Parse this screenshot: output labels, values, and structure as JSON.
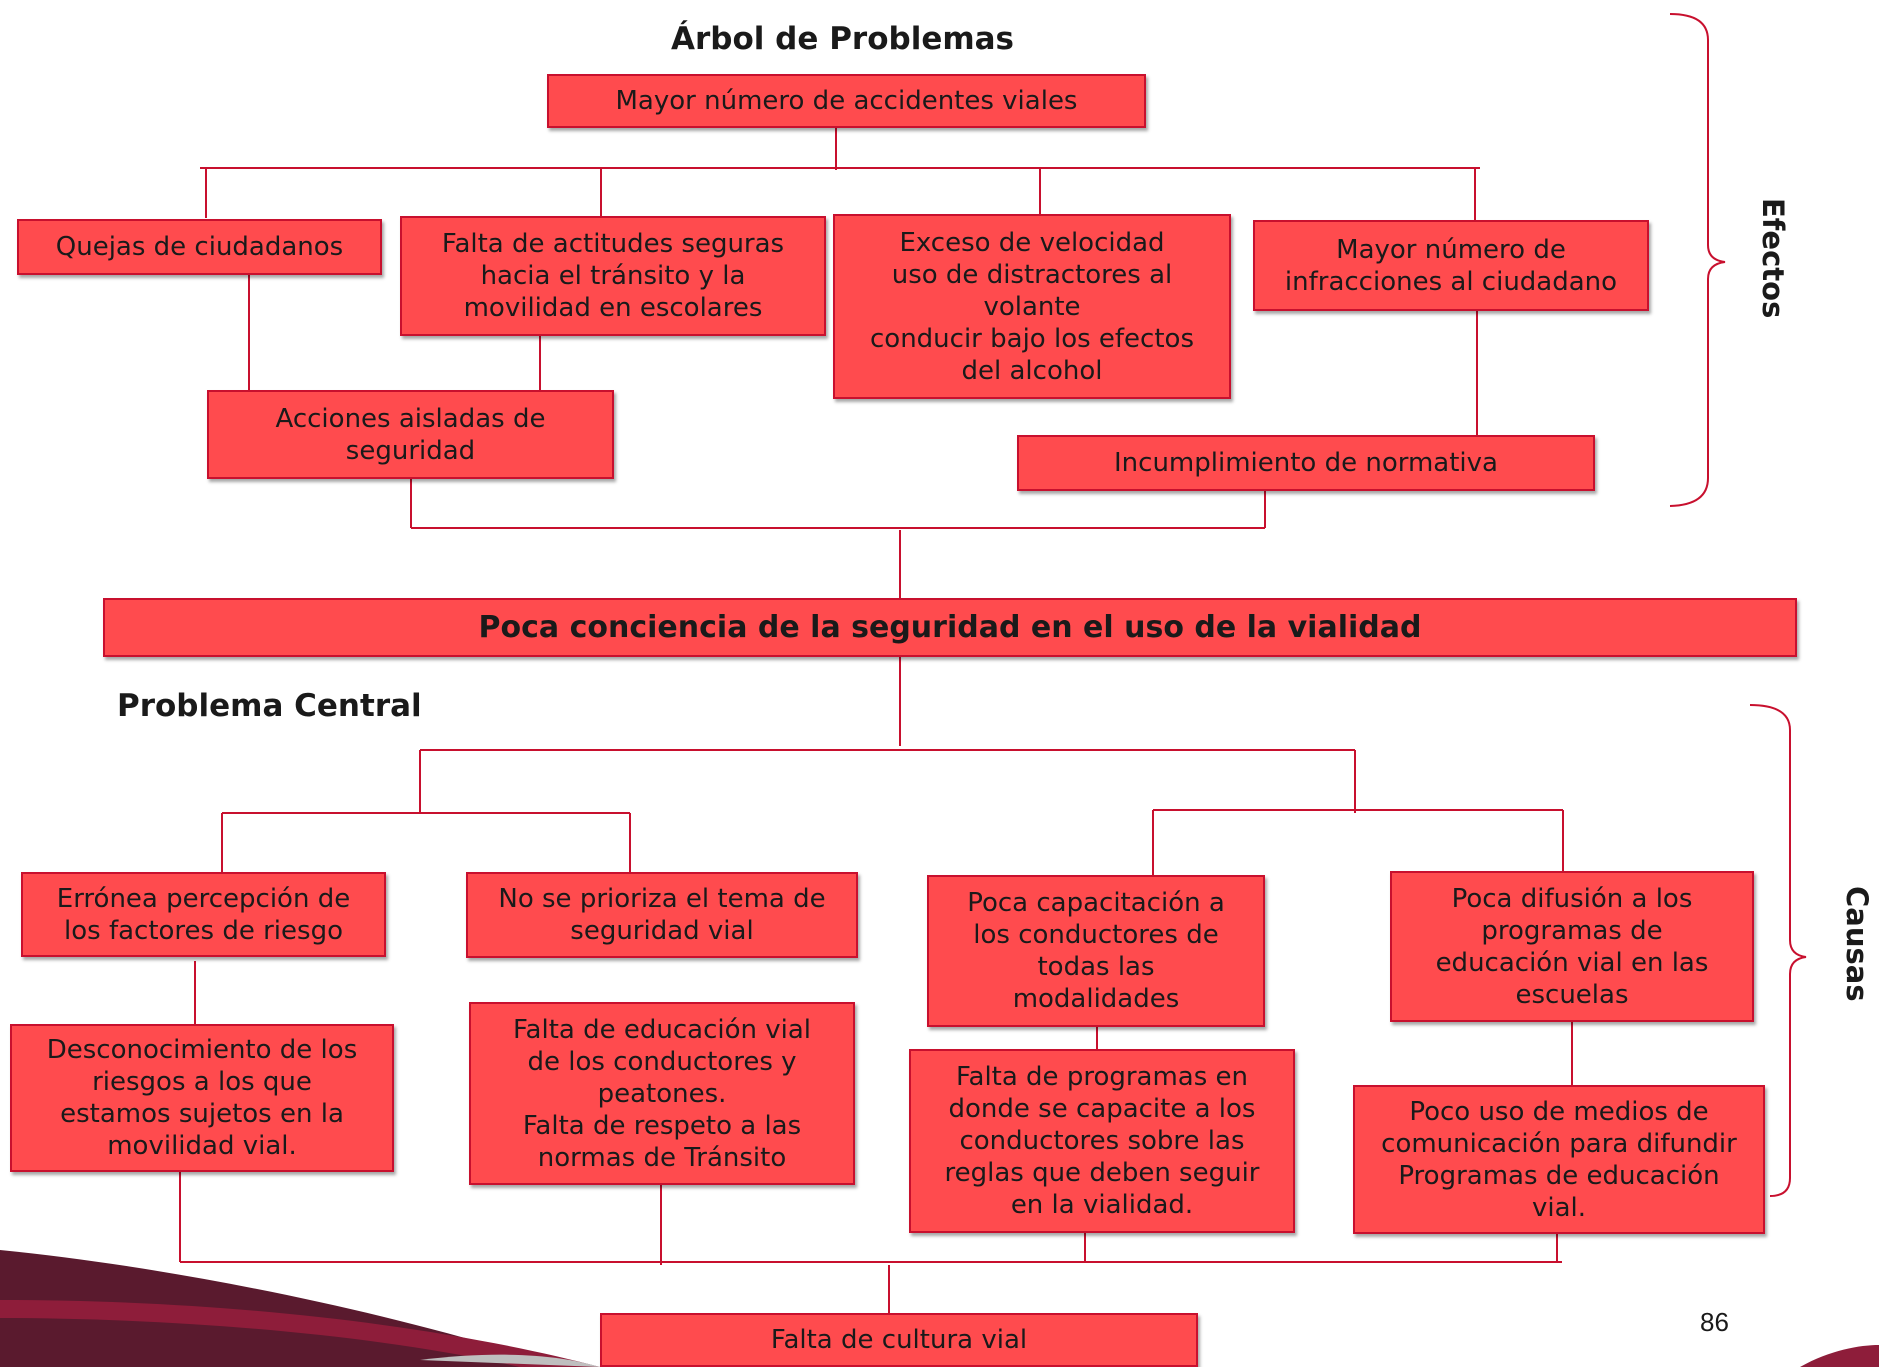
{
  "title": "Árbol de Problemas",
  "central_label": "Problema Central",
  "bracket_labels": {
    "effects": "Efectos",
    "causes": "Causas"
  },
  "page_number": "86",
  "colors": {
    "box_fill": "#ff4b4e",
    "box_border": "#c8102e",
    "connector": "#c8102e",
    "bracket": "#c8102e",
    "decor_dark": "#5a1a2e",
    "decor_mid": "#8e1d3a"
  },
  "effects": {
    "top": "Mayor número de accidentes viales",
    "level1": [
      "Quejas de ciudadanos",
      "Falta de actitudes seguras\nhacia el tránsito y la\nmovilidad en escolares",
      "Exceso de velocidad\nuso de distractores al\nvolante\nconducir bajo los efectos\ndel alcohol",
      "Mayor número de\ninfracciones al ciudadano"
    ],
    "level2": [
      "Acciones aisladas de\nseguridad",
      "Incumplimiento de normativa"
    ]
  },
  "central_problem": "Poca conciencia de la seguridad en el uso de la vialidad",
  "causes": {
    "level1": [
      "Errónea percepción de\nlos factores de riesgo",
      "No se prioriza el tema de\nseguridad vial",
      "Poca capacitación a\nlos conductores de\ntodas las\nmodalidades",
      "Poca difusión a los\nprogramas de\neducación vial en las\nescuelas"
    ],
    "level2": [
      "Desconocimiento de los\nriesgos a los que\nestamos sujetos en la\nmovilidad vial.",
      "Falta de educación vial\nde los conductores y\npeatones.\nFalta de respeto a las\nnormas de Tránsito",
      "Falta de programas en\ndonde se capacite a los\nconductores sobre las\nreglas que deben seguir\nen la vialidad.",
      "Poco uso de medios de\ncomunicación para difundir\nProgramas de educación\nvial."
    ],
    "root": "Falta de cultura vial"
  }
}
